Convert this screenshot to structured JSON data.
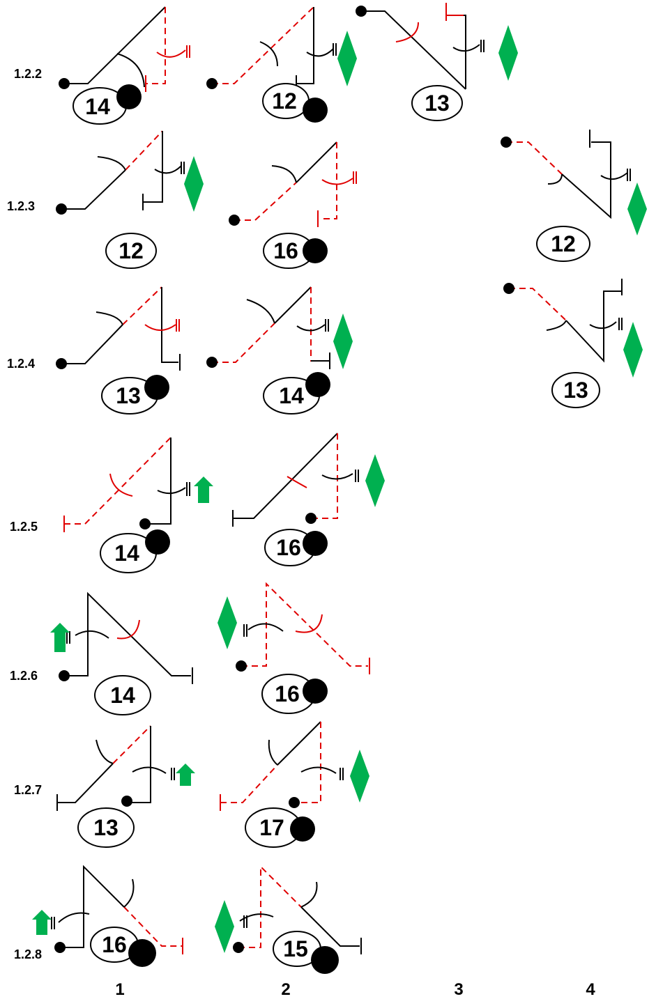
{
  "rows": [
    {
      "label": "1.2.2",
      "numbers": [
        "14",
        "13",
        "12"
      ]
    },
    {
      "label": "1.2.3",
      "numbers": [
        "12",
        "16",
        "12"
      ]
    },
    {
      "label": "1.2.4",
      "numbers": [
        "13",
        "14",
        "13"
      ]
    },
    {
      "label": "1.2.5",
      "numbers": [
        "14",
        "16"
      ]
    },
    {
      "label": "1.2.6",
      "numbers": [
        "14",
        "16"
      ]
    },
    {
      "label": "1.2.7",
      "numbers": [
        "13",
        "17"
      ]
    },
    {
      "label": "1.2.8",
      "numbers": [
        "16",
        "15"
      ]
    }
  ],
  "columns": [
    "1",
    "2",
    "3",
    "4"
  ],
  "colors": {
    "line": "#000000",
    "dashed": "#e00000",
    "marker": "#00b050"
  }
}
